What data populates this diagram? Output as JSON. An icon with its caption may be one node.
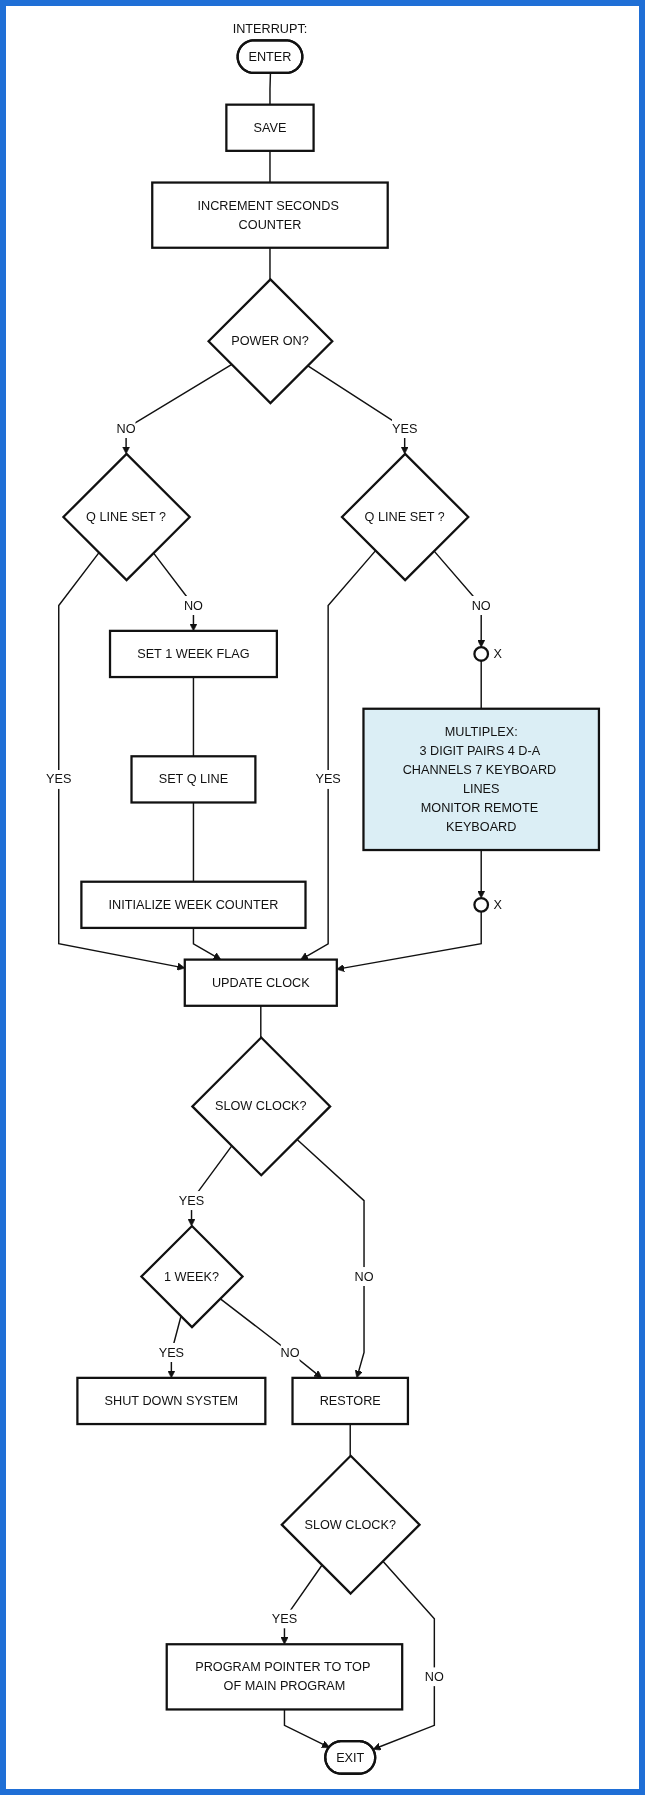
{
  "diagram": {
    "nodes": [
      {
        "text": [
          "ENTER"
        ],
        "beside": [
          "INTERRUPT:"
        ]
      },
      {
        "text": [
          "SAVE"
        ]
      },
      {
        "text": [
          "INCREMENT SECONDS COUNTER"
        ]
      },
      {
        "text": [
          "POWER ON?"
        ]
      },
      {
        "text": [
          "Q LINE SET ?"
        ]
      },
      {
        "text": [
          "Q LINE SET ?"
        ]
      },
      {
        "text": [
          "SET 1 WEEK FLAG"
        ]
      },
      {
        "text": [],
        "shape": "circle",
        "beside": [
          "X"
        ]
      },
      {
        "text": [
          "SET Q LINE"
        ]
      },
      {
        "text": [
          "MULTIPLEX:",
          "3 DIGIT PAIRS 4 D-A CHANNELS 7 KEYBOARD LINES",
          "MONITOR REMOTE KEYBOARD"
        ]
      },
      {
        "text": [
          "INITIALIZE WEEK COUNTER"
        ]
      },
      {
        "text": [],
        "shape": "circle",
        "beside": [
          "X"
        ]
      },
      {
        "text": [
          "UPDATE CLOCK"
        ]
      },
      {
        "text": [
          "1 WEEK?"
        ]
      },
      {
        "text": [
          "SLOW CLOCK?"
        ]
      },
      {
        "text": [
          "SHUT DOWN SYSTEM"
        ]
      },
      {
        "text": [
          "RESTORE"
        ]
      },
      {
        "text": [
          "SLOW CLOCK?"
        ]
      },
      {
        "text": [
          "PROGRAM POINTER TO TOP OF MAIN PROGRAM"
        ]
      },
      {
        "text": [
          "EXIT"
        ]
      }
    ],
    "edges": [
      {
        "from": 0,
        "to": 1,
        "arrow": "none"
      },
      {
        "from": 1,
        "to": 2,
        "arrow": "none"
      },
      {
        "from": 2,
        "to": 3,
        "arrow": "none"
      },
      {
        "from": 3,
        "to": 4,
        "arrow": "to",
        "label": "NO"
      },
      {
        "from": 3,
        "to": 5,
        "arrow": "to",
        "label": "YES"
      },
      {
        "from": 4,
        "to": 12,
        "arrow": "to",
        "label": "YES"
      },
      {
        "from": 4,
        "to": 6,
        "arrow": "to",
        "label": "NO"
      },
      {
        "from": 5,
        "to": 12,
        "arrow": "to",
        "label": "YES"
      },
      {
        "from": 5,
        "to": 7,
        "arrow": "to",
        "label": "NO"
      },
      {
        "from": 6,
        "to": 8,
        "arrow": "none"
      },
      {
        "from": 7,
        "to": 9,
        "arrow": "none"
      },
      {
        "from": 8,
        "to": 10,
        "arrow": "none"
      },
      {
        "from": 9,
        "to": 11,
        "arrow": "to"
      },
      {
        "from": 10,
        "to": 12,
        "arrow": "to"
      },
      {
        "from": 11,
        "to": 12,
        "arrow": "to"
      },
      {
        "from": 12,
        "to": 14,
        "arrow": "none"
      },
      {
        "from": 14,
        "to": 13,
        "arrow": "to",
        "label": "YES"
      },
      {
        "from": 13,
        "to": 15,
        "arrow": "to",
        "label": "YES"
      },
      {
        "from": 13,
        "to": 16,
        "arrow": "to",
        "label": "NO"
      },
      {
        "from": 14,
        "to": 16,
        "arrow": "to",
        "label": "NO"
      },
      {
        "from": 16,
        "to": 17,
        "arrow": "none"
      },
      {
        "from": 17,
        "to": 18,
        "arrow": "to",
        "label": "YES"
      },
      {
        "from": 17,
        "to": 19,
        "arrow": "to",
        "label": "NO"
      },
      {
        "from": 18,
        "to": 19,
        "arrow": "to"
      }
    ]
  }
}
